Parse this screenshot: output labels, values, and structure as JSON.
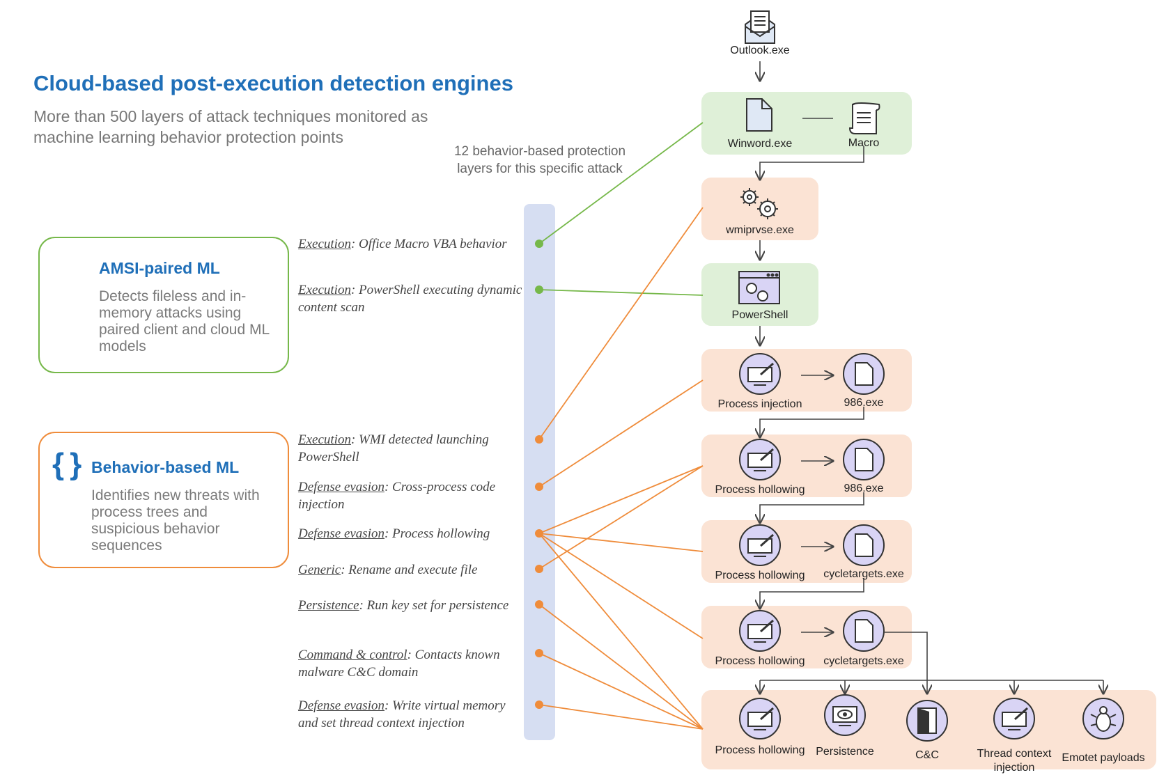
{
  "header": {
    "title": "Cloud-based post-execution detection engines",
    "subtitle": "More than 500 layers of attack techniques monitored as machine learning behavior protection points"
  },
  "layers_caption": "12 behavior-based protection layers for this specific attack",
  "panels": {
    "amsi": {
      "title": "AMSI-paired ML",
      "body": "Detects fileless and in-memory attacks using paired client and cloud ML models"
    },
    "behavior": {
      "title": "Behavior-based ML",
      "body": "Identifies new threats with process trees and suspicious behavior sequences"
    }
  },
  "layers": [
    {
      "category": "Execution",
      "text": ": Office Macro VBA behavior"
    },
    {
      "category": "Execution",
      "text": ": PowerShell executing dynamic content scan"
    },
    {
      "category": "Execution",
      "text": ": WMI detected launching PowerShell"
    },
    {
      "category": "Defense evasion",
      "text": ": Cross-process  code injection"
    },
    {
      "category": "Defense evasion",
      "text": ": Process  hollowing"
    },
    {
      "category": "Generic",
      "text": ": Rename and execute file"
    },
    {
      "category": "Persistence",
      "text": ": Run key set for persistence"
    },
    {
      "category": "Command & control",
      "text": ": Contacts known malware C&C domain"
    },
    {
      "category": "Defense evasion",
      "text": ": Write virtual memory and set thread context injection"
    }
  ],
  "nodes": {
    "outlook": "Outlook.exe",
    "winword": "Winword.exe",
    "macro": "Macro",
    "wmiprvse": "wmiprvse.exe",
    "powershell": "PowerShell",
    "row1_left": "Process injection",
    "row1_right": "986.exe",
    "row2_left": "Process hollowing",
    "row2_right": "986.exe",
    "row3_left": "Process hollowing",
    "row3_right": "cycletargets.exe",
    "row4_left": "Process hollowing",
    "row4_right": "cycletargets.exe",
    "bottom": [
      "Process hollowing",
      "Persistence",
      "C&C",
      "Thread context injection",
      "Emotet payloads"
    ]
  },
  "colors": {
    "accent_blue": "#1f6fb8",
    "green": "#76b84a",
    "orange": "#ef8c3b",
    "green_fill": "#dff0d8",
    "orange_fill": "#fbe3d4",
    "icon_fill": "#d9d4f5",
    "track": "#d6def2"
  }
}
